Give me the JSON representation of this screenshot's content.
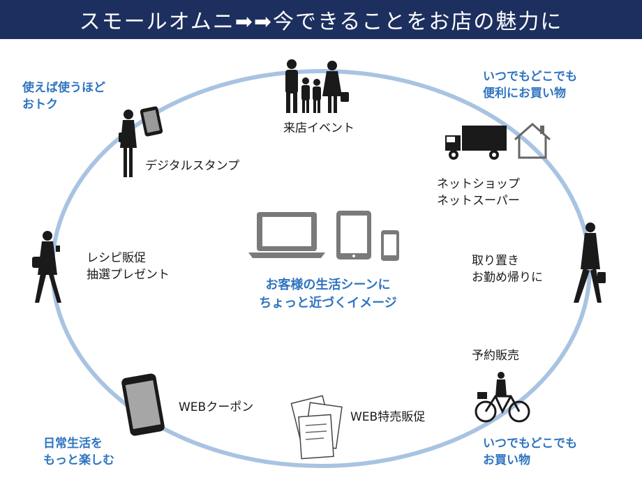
{
  "header": {
    "title": "スモールオムニ➡➡今できることをお店の魅力に"
  },
  "center": {
    "lines": [
      "お客様の生活シーンに",
      "ちょっと近づくイメージ"
    ],
    "icons": [
      "laptop-icon",
      "tablet-icon",
      "smartphone-icon"
    ]
  },
  "items": {
    "store_event": "来店イベント",
    "digital_stamp": "デジタルスタンプ",
    "recipe": [
      "レシピ販促",
      "抽選プレゼント"
    ],
    "web_coupon": "WEBクーポン",
    "web_sale": "WEB特売販促",
    "net_shop": [
      "ネットショップ",
      "ネットスーパー"
    ],
    "reserve": [
      "取り置き",
      "お勤め帰りに"
    ],
    "preorder": "予約販売"
  },
  "accents": {
    "top_left": [
      "使えば使うほど",
      "おトク"
    ],
    "top_right": [
      "いつでもどこでも",
      "便利にお買い物"
    ],
    "bottom_left": [
      "日常生活を",
      "もっと楽しむ"
    ],
    "bottom_right": [
      "いつでもどこでも",
      "お買い物"
    ]
  },
  "colors": {
    "header_bg": "#1d2f5e",
    "accent": "#2f74c0",
    "ring": "#a9c3e2",
    "icon_dark": "#1a1a1a",
    "device_gray": "#7a7a7a"
  }
}
